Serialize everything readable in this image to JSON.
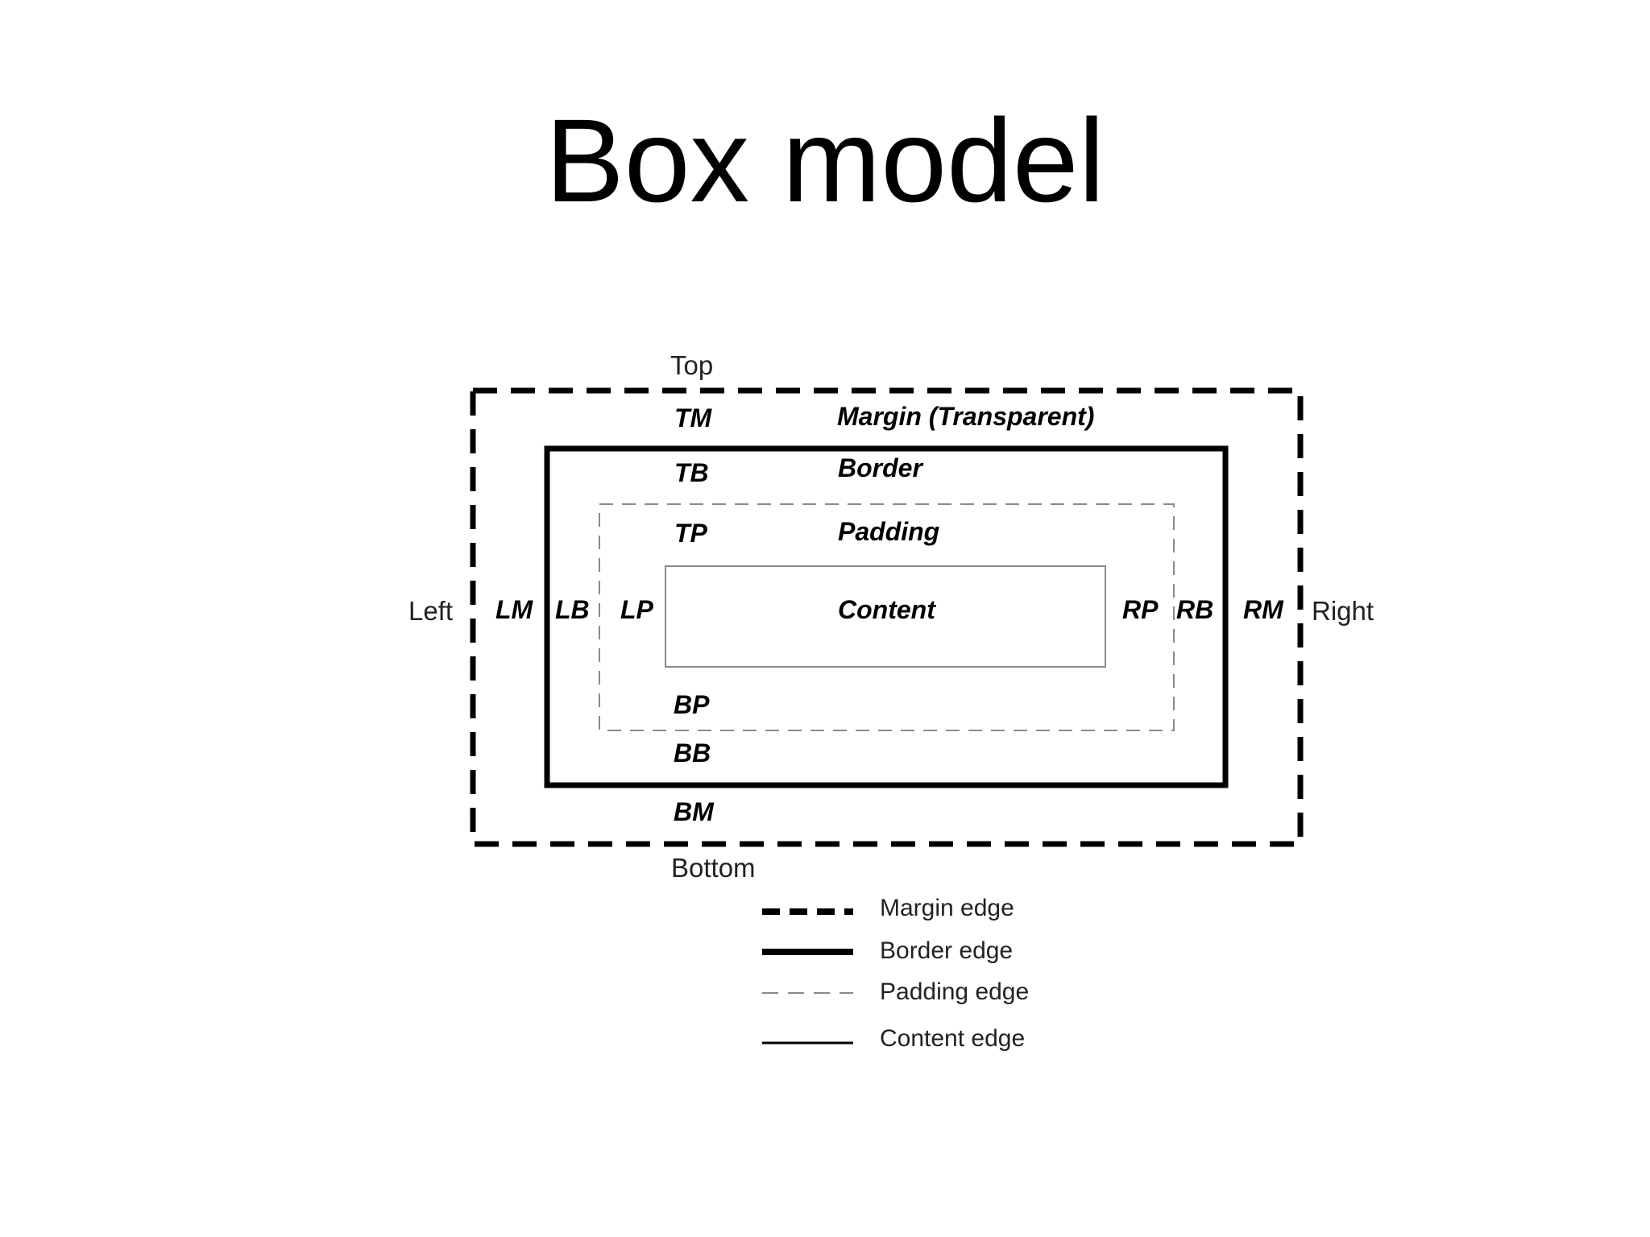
{
  "title": "Box model",
  "side_labels": {
    "top": "Top",
    "bottom": "Bottom",
    "left": "Left",
    "right": "Right"
  },
  "layer_names": {
    "margin": "Margin (Transparent)",
    "border": "Border",
    "padding": "Padding",
    "content": "Content"
  },
  "abbreviations": {
    "tm": "TM",
    "tb": "TB",
    "tp": "TP",
    "bp": "BP",
    "bb": "BB",
    "bm": "BM",
    "lm": "LM",
    "lb": "LB",
    "lp": "LP",
    "rp": "RP",
    "rb": "RB",
    "rm": "RM"
  },
  "legend": [
    {
      "label": "Margin edge",
      "style": "thick-dashed"
    },
    {
      "label": "Border edge",
      "style": "thick-solid"
    },
    {
      "label": "Padding edge",
      "style": "thin-dashed"
    },
    {
      "label": "Content edge",
      "style": "thin-solid"
    }
  ]
}
